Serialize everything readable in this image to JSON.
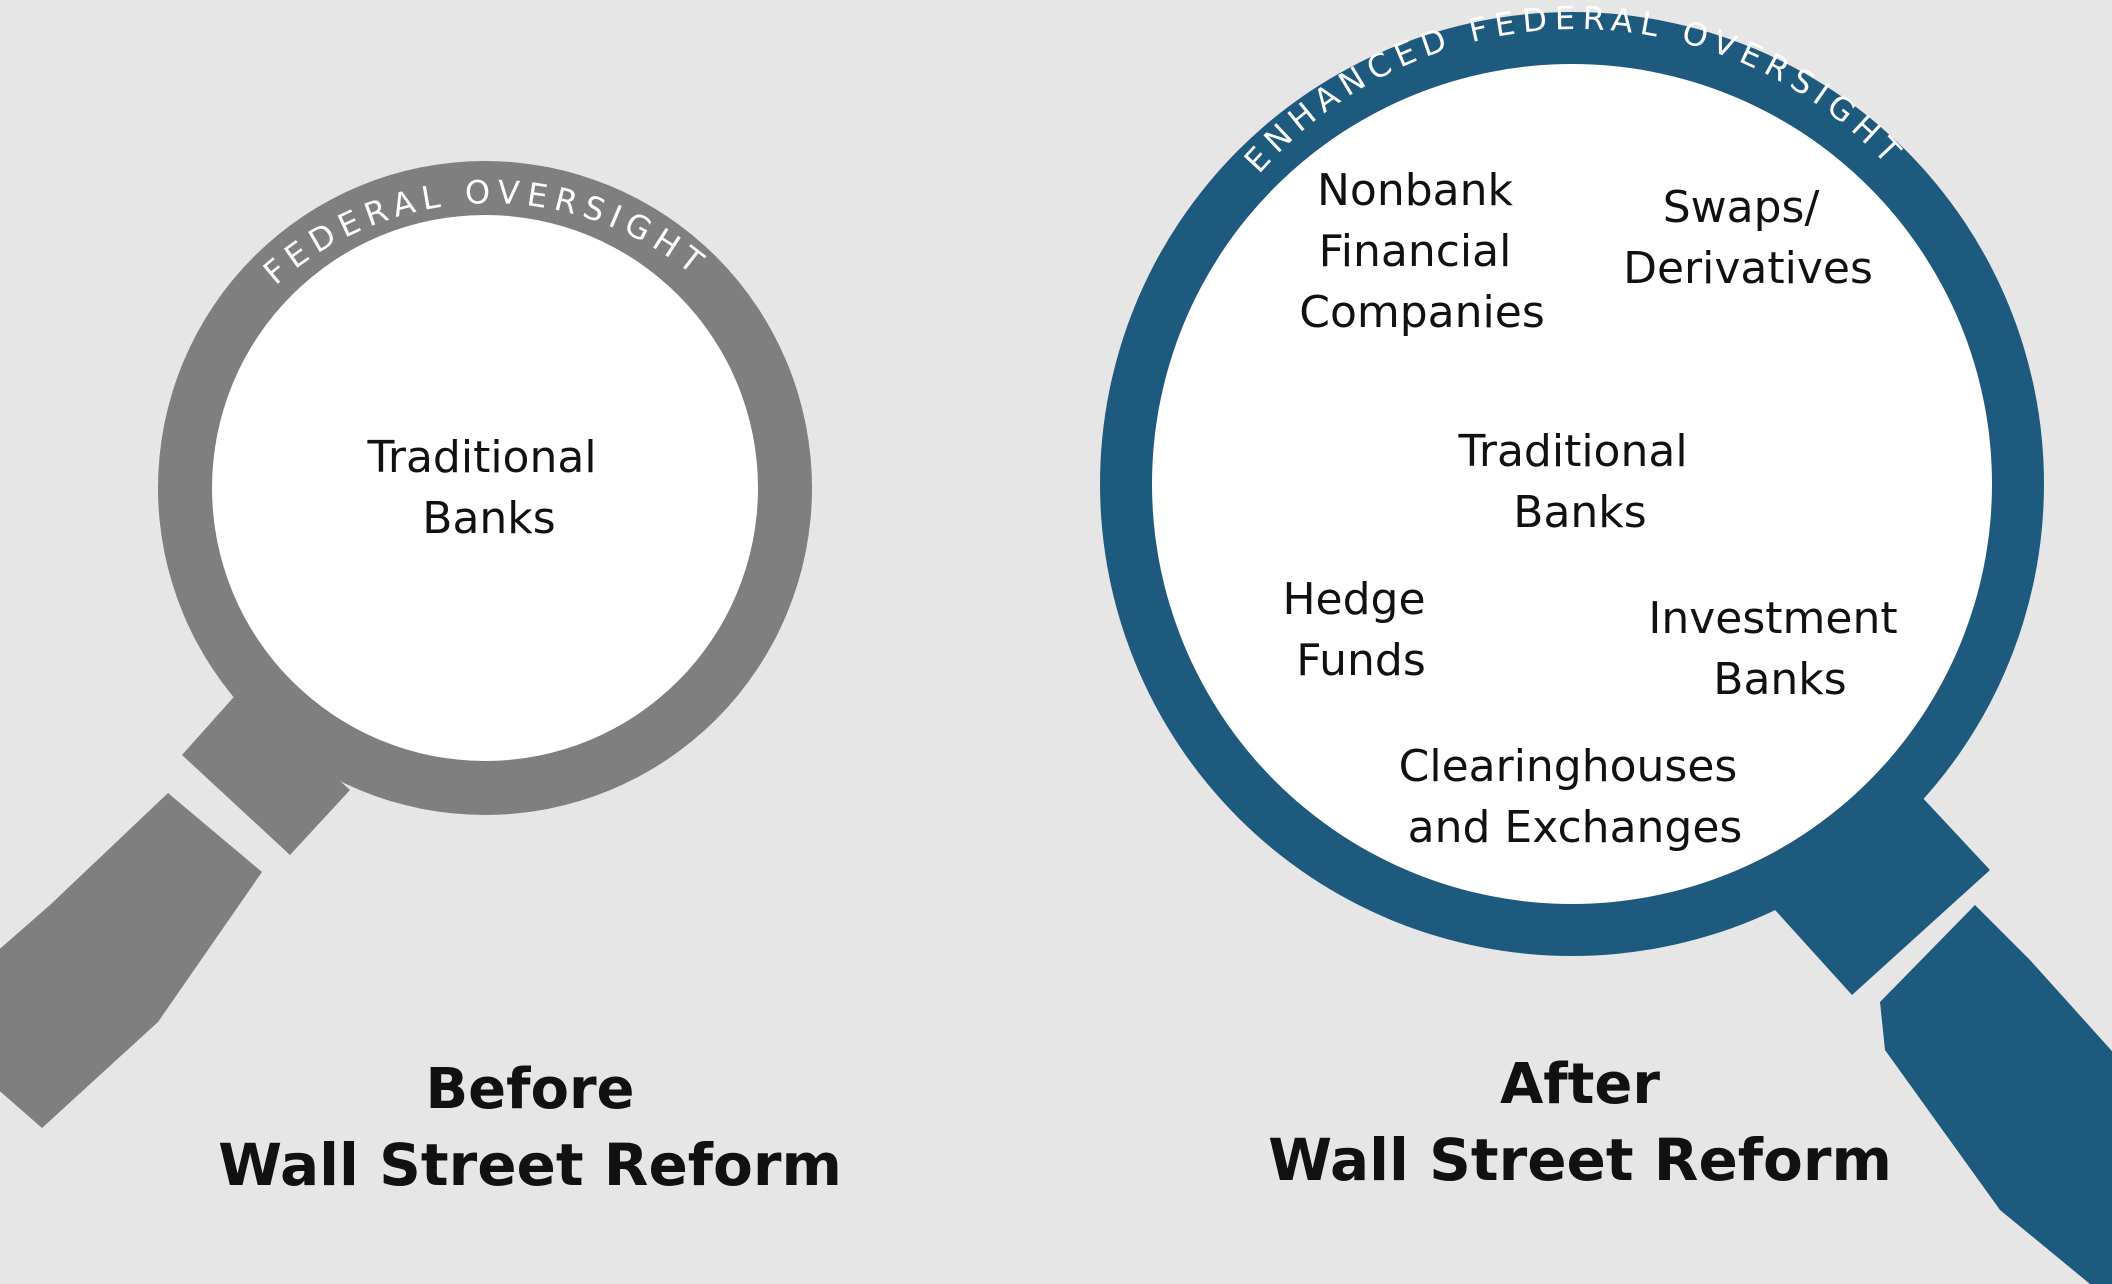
{
  "colors": {
    "background": "#e6e6e6",
    "before_glass": "#7f7f7f",
    "after_glass": "#1e5a7e",
    "lens": "#ffffff",
    "text": "#111111"
  },
  "before": {
    "ring_label": "FEDERAL OVERSIGHT",
    "items": [
      {
        "lines": [
          "Traditional",
          "Banks"
        ]
      }
    ],
    "caption_line1": "Before",
    "caption_line2": "Wall Street Reform"
  },
  "after": {
    "ring_label": "ENHANCED FEDERAL OVERSIGHT",
    "items": [
      {
        "lines": [
          "Nonbank",
          "Financial",
          "Companies"
        ]
      },
      {
        "lines": [
          "Swaps/",
          "Derivatives"
        ]
      },
      {
        "lines": [
          "Traditional",
          "Banks"
        ]
      },
      {
        "lines": [
          "Hedge",
          "Funds"
        ]
      },
      {
        "lines": [
          "Investment",
          "Banks"
        ]
      },
      {
        "lines": [
          "Clearinghouses",
          "and Exchanges"
        ]
      }
    ],
    "caption_line1": "After",
    "caption_line2": "Wall Street Reform"
  }
}
